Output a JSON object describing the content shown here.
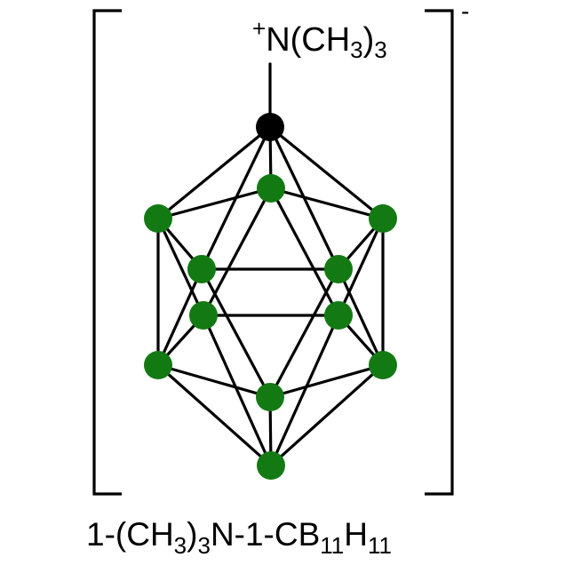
{
  "substituent": {
    "plus": "+",
    "n_open": "N(CH",
    "sub3_a": "3",
    "close": ")",
    "sub3_b": "3"
  },
  "charge": "-",
  "formula": {
    "p1": "1-(CH",
    "s1": "3",
    "p2": ")",
    "s2": "3",
    "p3": "N-1-CB",
    "s3": "11",
    "p4": "H",
    "s4": "11"
  },
  "colors": {
    "boron": "#137a13",
    "carbon": "#000000",
    "bond": "#000000"
  }
}
